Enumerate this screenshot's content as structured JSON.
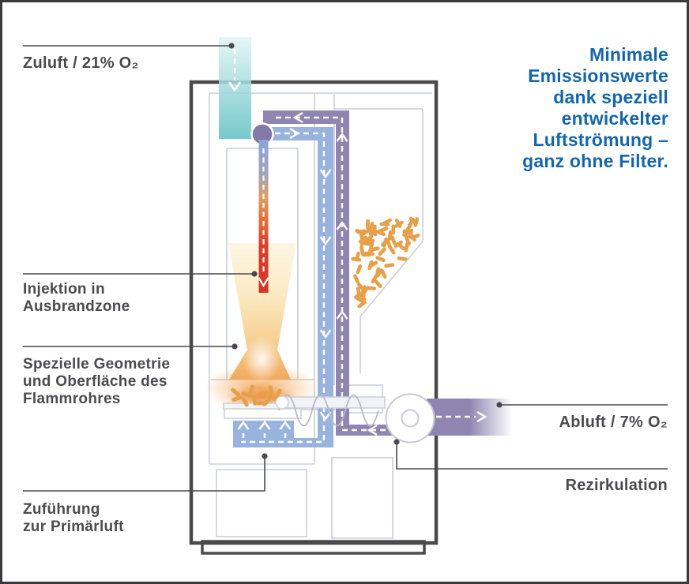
{
  "headline": {
    "lines": [
      "Minimale",
      "Emissionswerte",
      "dank speziell",
      "entwickelter",
      "Luftströmung –",
      "ganz ohne Filter."
    ],
    "color": "#1566a7"
  },
  "labels": {
    "zuluft": {
      "lines": [
        "Zuluft / 21% O₂"
      ]
    },
    "injektion": {
      "lines": [
        "Injektion in",
        "Ausbrandzone"
      ]
    },
    "geometrie": {
      "lines": [
        "Spezielle Geometrie",
        "und Oberfläche des",
        "Flammrohres"
      ]
    },
    "zufuehrung": {
      "lines": [
        "Zuführung",
        "zur Primärluft"
      ]
    },
    "abluft": {
      "lines": [
        "Abluft / 7% O₂"
      ]
    },
    "rezirkulation": {
      "lines": [
        "Rezirkulation"
      ]
    }
  },
  "colors": {
    "headline_blue": "#1566a7",
    "label_gray": "#4b4b4e",
    "fresh_air_teal": "#6cc5c7",
    "mixed_air_blue": "#98b3de",
    "recirculation_purple": "#8e86b1",
    "flame_orange": "#f1a95e",
    "injection_red": "#d63427",
    "pellet_orange": "#e6a04b",
    "structure_gray": "#c9cfd8",
    "outline_dark": "#4a4a4d"
  }
}
